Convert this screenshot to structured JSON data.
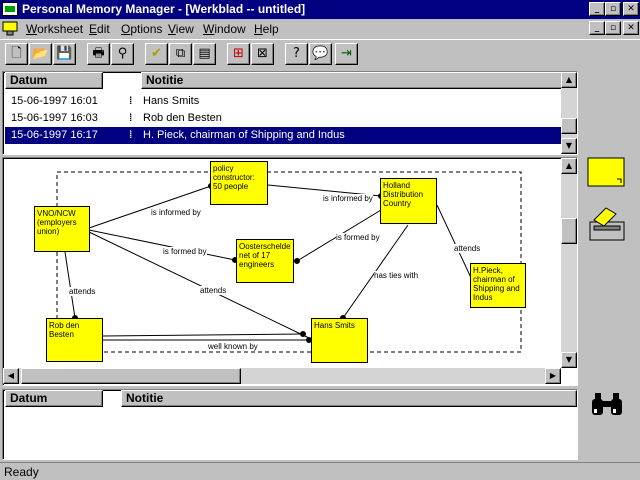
{
  "window": {
    "title": "Personal Memory Manager - [Werkblad -- untitled]",
    "buttons": [
      "_",
      "▫",
      "✕"
    ]
  },
  "menu": [
    "Worksheet",
    "Edit",
    "Options",
    "View",
    "Window",
    "Help"
  ],
  "colors": {
    "titlebar": "#000080",
    "note": "#ffff00",
    "selection": "#000080"
  },
  "top_list": {
    "columns": [
      "Datum",
      "Notitie"
    ],
    "rows": [
      {
        "datum": "15-06-1997 16:01",
        "notitie": "Hans Smits"
      },
      {
        "datum": "15-06-1997 16:03",
        "notitie": "Rob den Besten"
      },
      {
        "datum": "15-06-1997 16:17",
        "notitie": "H. Pieck, chairman of Shipping and Indus"
      }
    ],
    "selected_index": 2
  },
  "diagram": {
    "notes": [
      {
        "id": "vno",
        "text": "VNO/NCW (employers union)"
      },
      {
        "id": "policy",
        "text": "policy constructor: 50 people"
      },
      {
        "id": "holland",
        "text": "Holland Distribution Country"
      },
      {
        "id": "oosterschelde",
        "text": "Oosterschelde net of 17 engineers"
      },
      {
        "id": "pieck",
        "text": "H.Pieck, chairman of Shipping and Indus"
      },
      {
        "id": "rob",
        "text": "Rob den Besten"
      },
      {
        "id": "hans",
        "text": "Hans Smits"
      }
    ],
    "edge_labels": {
      "informed1": "is informed by",
      "informed2": "is informed by",
      "formed1": "is formed by",
      "formed2": "is formed by",
      "attends1": "attends",
      "attends2": "attends",
      "attends3": "attends",
      "ties": "has ties with",
      "wellknown": "well known by"
    }
  },
  "bottom_list": {
    "columns": [
      "Datum",
      "Notitie"
    ]
  },
  "status": "Ready"
}
